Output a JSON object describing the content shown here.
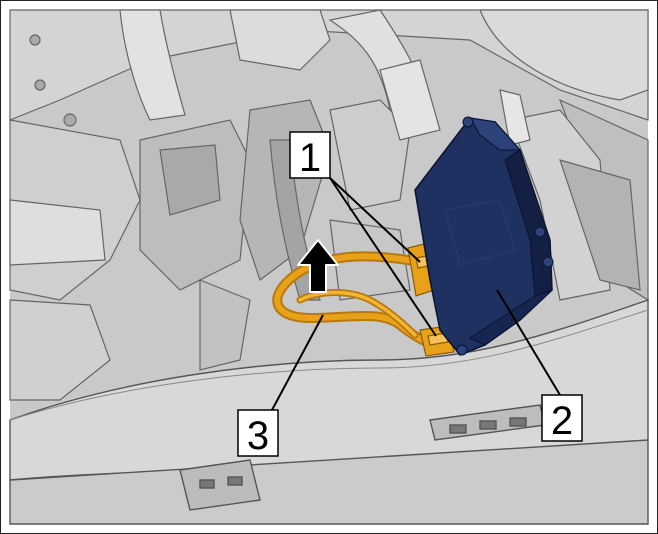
{
  "callouts": {
    "c1": "1",
    "c2": "2",
    "c3": "3"
  },
  "colors": {
    "module": "#1f3160",
    "module_dark": "#132043",
    "harness": "#e8a21a",
    "harness_dark": "#b9780c",
    "body_light": "#d6d6d6",
    "body_mid": "#bdbdbd",
    "body_dark": "#9a9a9a",
    "outline": "#555555"
  },
  "icons": {
    "direction_arrow": "arrow-up-icon"
  }
}
